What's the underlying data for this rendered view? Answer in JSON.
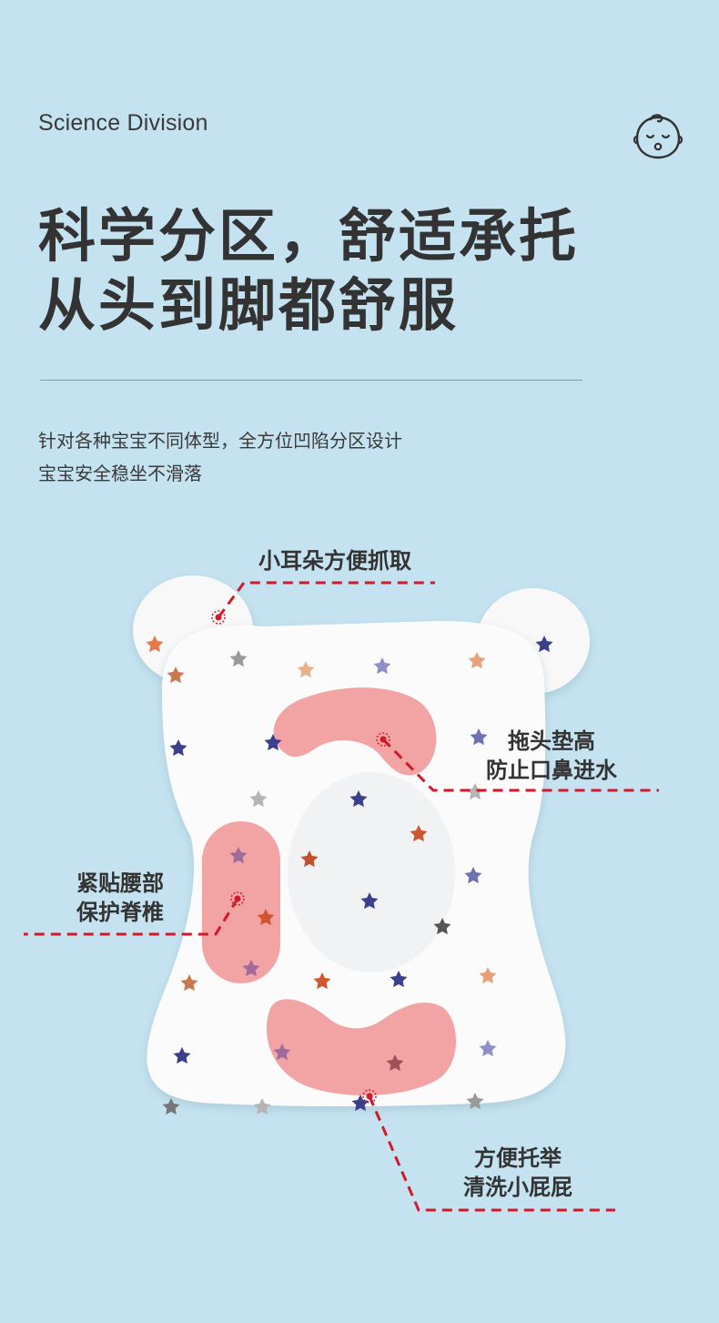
{
  "header": {
    "section_label": "Science Division",
    "icon": "baby-face-icon"
  },
  "headline": {
    "line1": "科学分区，舒适承托",
    "line2": "从头到脚都舒服"
  },
  "description": {
    "line1": "针对各种宝宝不同体型，全方位凹陷分区设计",
    "line2": "宝宝安全稳坐不滑落"
  },
  "callouts": {
    "ear": {
      "line1": "小耳朵方便抓取"
    },
    "head": {
      "line1": "拖头垫高",
      "line2": "防止口鼻进水"
    },
    "waist": {
      "line1": "紧贴腰部",
      "line2": "保护脊椎"
    },
    "bottom": {
      "line1": "方便托举",
      "line2": "清洗小屁屁"
    }
  },
  "colors": {
    "background": "#c4e2ef",
    "text": "#333333",
    "leader_line": "#d0192a",
    "pad_zone": "#f2a4a4",
    "cushion": "#ffffff"
  }
}
